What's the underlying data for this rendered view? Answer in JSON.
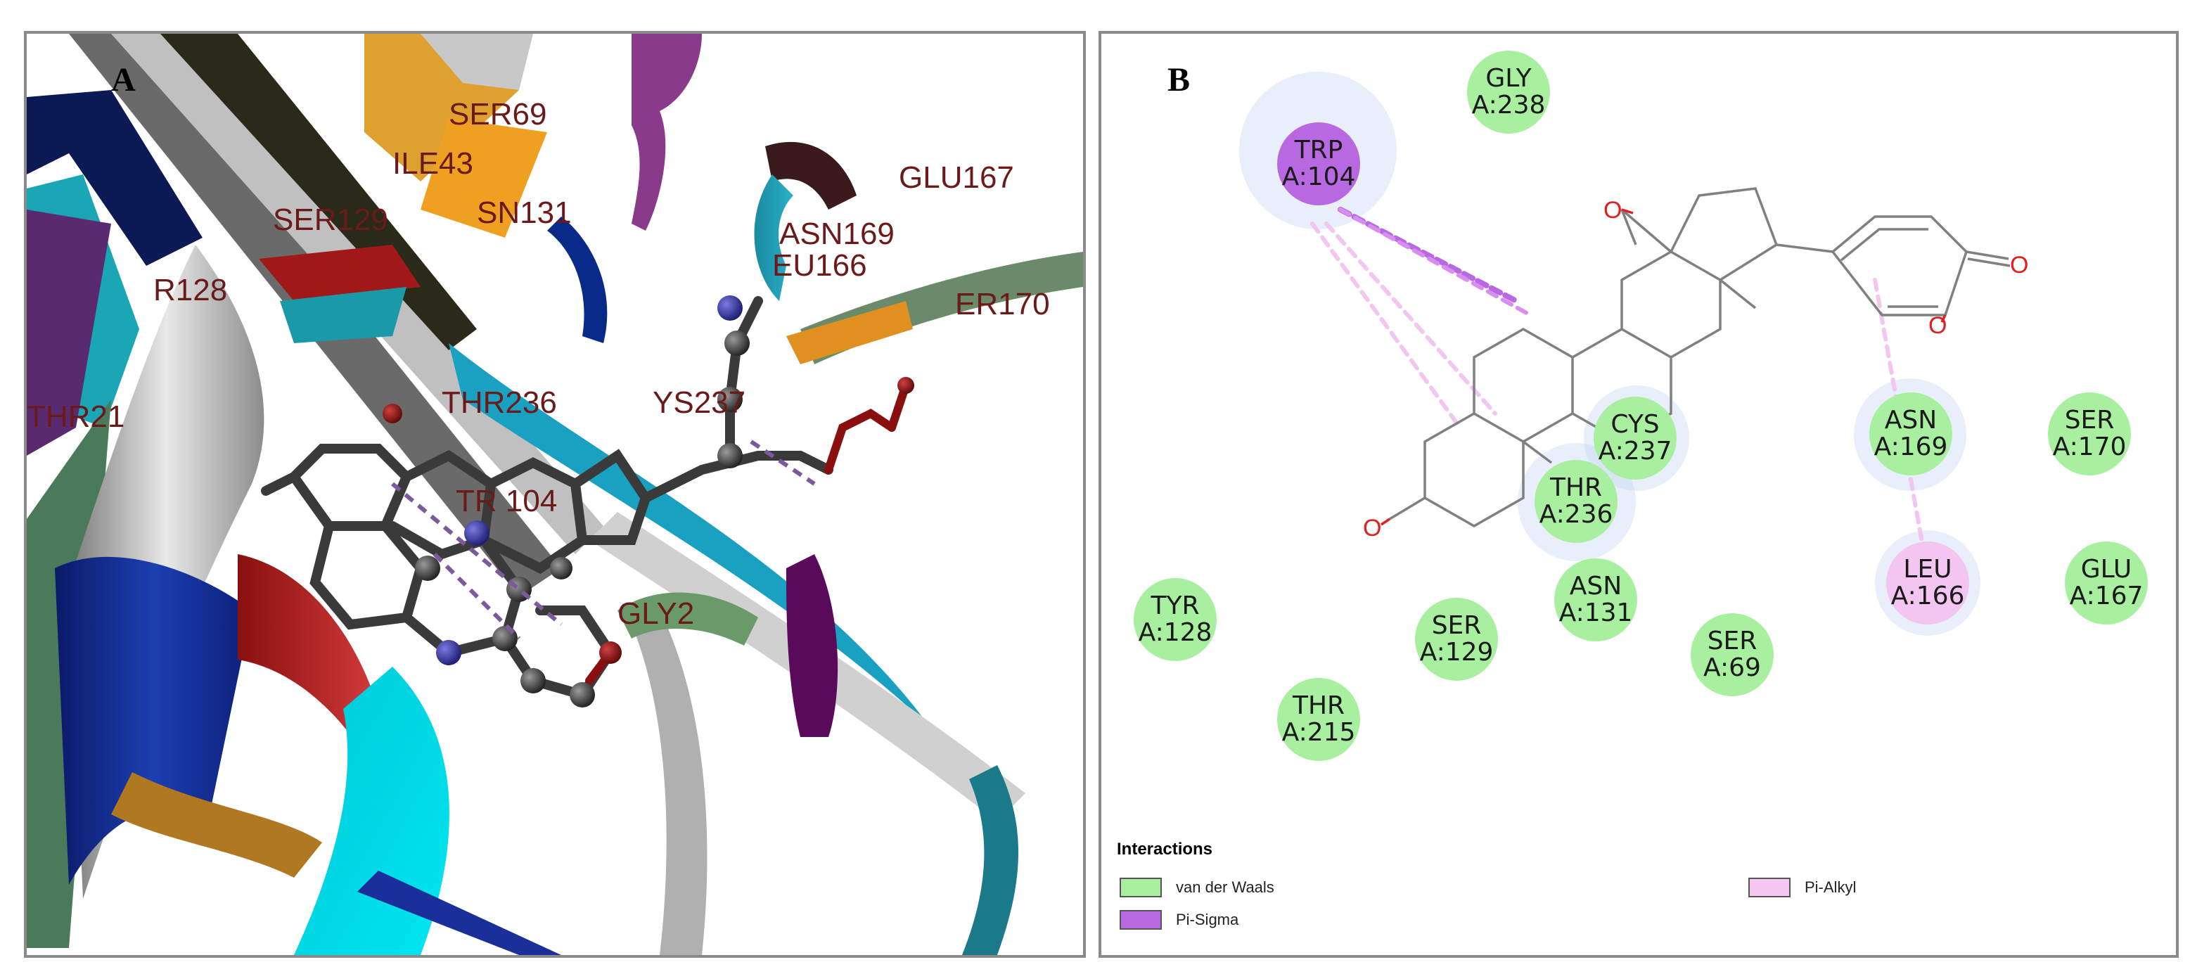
{
  "panel_a": {
    "letter": "A",
    "labels": [
      {
        "key": "ser69",
        "text": "SER69"
      },
      {
        "key": "ile43",
        "text": "ILE43"
      },
      {
        "key": "glu167",
        "text": "GLU167"
      },
      {
        "key": "ser129",
        "text": "SER129"
      },
      {
        "key": "sn131",
        "text": "SN131"
      },
      {
        "key": "asn169",
        "text": "ASN169"
      },
      {
        "key": "eu166",
        "text": "EU166"
      },
      {
        "key": "r128",
        "text": "R128"
      },
      {
        "key": "er170",
        "text": "ER170"
      },
      {
        "key": "thr21",
        "text": "THR21"
      },
      {
        "key": "thr236",
        "text": "THR236"
      },
      {
        "key": "ys237",
        "text": "YS237"
      },
      {
        "key": "tr104",
        "text": "TR 104"
      },
      {
        "key": "gly2",
        "text": "GLY2"
      }
    ]
  },
  "panel_b": {
    "letter": "B",
    "residues": [
      {
        "key": "gly238",
        "name": "GLY",
        "id": "A:238",
        "type": "vdw"
      },
      {
        "key": "trp104",
        "name": "TRP",
        "id": "A:104",
        "type": "pisigma"
      },
      {
        "key": "cys237",
        "name": "CYS",
        "id": "A:237",
        "type": "vdw"
      },
      {
        "key": "asn169",
        "name": "ASN",
        "id": "A:169",
        "type": "vdw"
      },
      {
        "key": "ser170",
        "name": "SER",
        "id": "A:170",
        "type": "vdw"
      },
      {
        "key": "thr236",
        "name": "THR",
        "id": "A:236",
        "type": "vdw"
      },
      {
        "key": "leu166",
        "name": "LEU",
        "id": "A:166",
        "type": "pialkyl"
      },
      {
        "key": "glu167",
        "name": "GLU",
        "id": "A:167",
        "type": "vdw"
      },
      {
        "key": "tyr128",
        "name": "TYR",
        "id": "A:128",
        "type": "vdw"
      },
      {
        "key": "asn131",
        "name": "ASN",
        "id": "A:131",
        "type": "vdw"
      },
      {
        "key": "ser129",
        "name": "SER",
        "id": "A:129",
        "type": "vdw"
      },
      {
        "key": "ser69",
        "name": "SER",
        "id": "A:69",
        "type": "vdw"
      },
      {
        "key": "thr215",
        "name": "THR",
        "id": "A:215",
        "type": "vdw"
      }
    ],
    "legend": {
      "title": "Interactions",
      "items": [
        {
          "key": "vdw",
          "label": "van der Waals",
          "color": "#a8f0a0"
        },
        {
          "key": "pisigma",
          "label": "Pi-Sigma",
          "color": "#b868e0"
        },
        {
          "key": "pialkyl",
          "label": "Pi-Alkyl",
          "color": "#f4c8f0"
        }
      ]
    },
    "atom_labels": {
      "o1": "O",
      "o2": "O",
      "o3": "O",
      "o4": "O"
    }
  },
  "colors": {
    "vdw": "#a8f0a0",
    "pisigma": "#b868e0",
    "pialkyl": "#f2c6f0",
    "halo": "#dce6f5",
    "bond": "#808080",
    "oxygen": "#e02020",
    "label3d": "#6b1a1a"
  }
}
